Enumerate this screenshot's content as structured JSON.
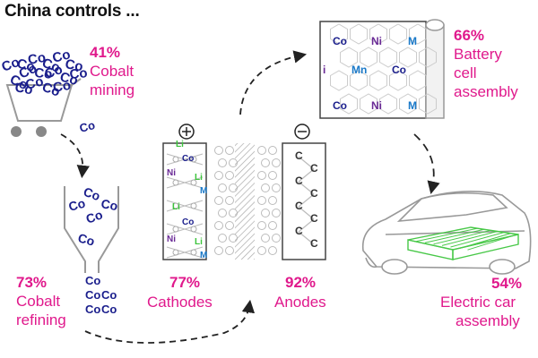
{
  "title": "China controls ...",
  "colors": {
    "accent": "#e0198c",
    "cobalt": "#1a1e8c",
    "nickel": "#6a2a96",
    "lithium": "#3cc43c",
    "manganese": "#1878c8",
    "carbon": "#333333",
    "battery_pack": "#48c848"
  },
  "stages": [
    {
      "id": "cobalt-mining",
      "percent": "41%",
      "label": [
        "Cobalt",
        "mining"
      ]
    },
    {
      "id": "cobalt-refining",
      "percent": "73%",
      "label": [
        "Cobalt",
        "refining"
      ]
    },
    {
      "id": "cathodes",
      "percent": "77%",
      "label": [
        "Cathodes"
      ]
    },
    {
      "id": "anodes",
      "percent": "92%",
      "label": [
        "Anodes"
      ]
    },
    {
      "id": "battery-cell-assembly",
      "percent": "66%",
      "label": [
        "Battery",
        "cell",
        "assembly"
      ]
    },
    {
      "id": "electric-car-assembly",
      "percent": "54%",
      "label": [
        "Electric car",
        "assembly"
      ]
    }
  ],
  "symbols": {
    "cobalt": "Co",
    "nickel": "Ni",
    "lithium": "Li",
    "manganese": "M",
    "manganese_full": "Mn",
    "carbon": "C",
    "cell_edge_fragment": "i",
    "plus": "+",
    "minus": "−"
  }
}
